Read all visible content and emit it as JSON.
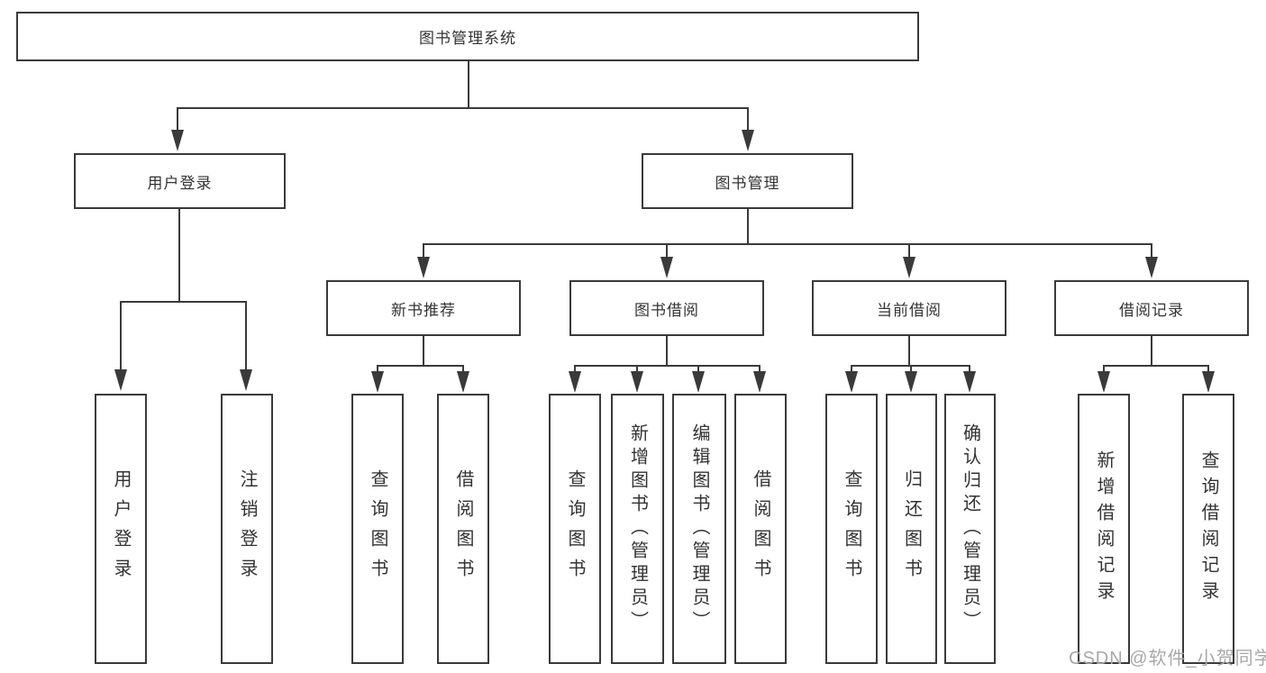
{
  "diagram": {
    "type": "tree",
    "nodes": {
      "root": "图书管理系统",
      "user_login": "用户登录",
      "book_mgmt": "图书管理",
      "new_book_rec": "新书推荐",
      "book_borrow": "图书借阅",
      "current_borrow": "当前借阅",
      "borrow_records": "借阅记录",
      "ul_login": "用户登录",
      "ul_logout": "注销登录",
      "nb_query": "查询图书",
      "nb_borrow": "借阅图书",
      "bb_query": "查询图书",
      "bb_add": "新增图书（管理员）",
      "bb_edit": "编辑图书（管理员）",
      "bb_borrow": "借阅图书",
      "cb_query": "查询图书",
      "cb_return": "归还图书",
      "cb_confirm": "确认归还（管理员）",
      "br_add": "新增借阅记录",
      "br_query": "查询借阅记录"
    },
    "edges": [
      [
        "图书管理系统",
        "用户登录"
      ],
      [
        "图书管理系统",
        "图书管理"
      ],
      [
        "用户登录",
        "用户登录"
      ],
      [
        "用户登录",
        "注销登录"
      ],
      [
        "图书管理",
        "新书推荐"
      ],
      [
        "图书管理",
        "图书借阅"
      ],
      [
        "图书管理",
        "当前借阅"
      ],
      [
        "图书管理",
        "借阅记录"
      ],
      [
        "新书推荐",
        "查询图书"
      ],
      [
        "新书推荐",
        "借阅图书"
      ],
      [
        "图书借阅",
        "查询图书"
      ],
      [
        "图书借阅",
        "新增图书（管理员）"
      ],
      [
        "图书借阅",
        "编辑图书（管理员）"
      ],
      [
        "图书借阅",
        "借阅图书"
      ],
      [
        "当前借阅",
        "查询图书"
      ],
      [
        "当前借阅",
        "归还图书"
      ],
      [
        "当前借阅",
        "确认归还（管理员）"
      ],
      [
        "借阅记录",
        "新增借阅记录"
      ],
      [
        "借阅记录",
        "查询借阅记录"
      ]
    ],
    "watermark": "CSDN @软件_小贺同学",
    "colors": {
      "line": "#3a3a3a",
      "text": "#333333",
      "watermark": "#a8a8a8",
      "background": "#ffffff"
    }
  }
}
